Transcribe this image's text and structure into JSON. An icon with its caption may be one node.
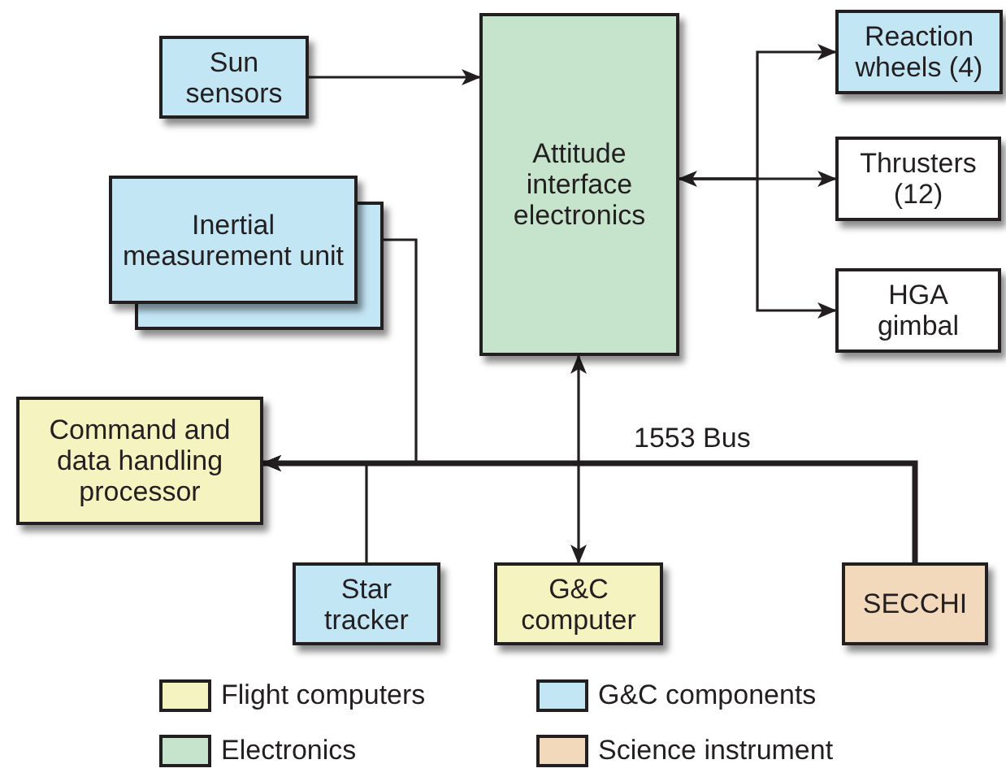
{
  "diagram": {
    "nodes": [
      {
        "text": [
          "Sun sensors"
        ]
      },
      {
        "text": [
          "Attitude interface electronics"
        ]
      },
      {
        "text": [
          "Reaction wheels (4)"
        ]
      },
      {
        "text": [
          "Thrusters (12)"
        ]
      },
      {
        "text": [
          "HGA gimbal"
        ]
      },
      {
        "text": [
          "Inertial measurement unit"
        ]
      },
      {
        "text": [
          "Command and data handling processor"
        ]
      },
      {
        "text": [
          "Star tracker"
        ]
      },
      {
        "text": [
          "G&C computer"
        ]
      },
      {
        "text": [
          "SECCHI"
        ]
      }
    ],
    "edges": [
      {
        "from": 0,
        "to": 1,
        "arrow": "to"
      },
      {
        "from": 1,
        "to": 2,
        "arrow": "to"
      },
      {
        "from": 1,
        "to": 3,
        "arrow": "both"
      },
      {
        "from": 1,
        "to": 4,
        "arrow": "to"
      },
      {
        "from": 9,
        "to": 6,
        "arrow": "to",
        "label": "1553 Bus",
        "style": "thick"
      },
      {
        "from": 5,
        "to": 6,
        "arrow": "to"
      },
      {
        "from": 7,
        "to": 6,
        "arrow": "to"
      },
      {
        "from": 1,
        "to": 8,
        "arrow": "both"
      }
    ],
    "legend": [
      {
        "text": "Flight computers",
        "color": "#f5f3c0"
      },
      {
        "text": "G&C components",
        "color": "#c3e6f5"
      },
      {
        "text": "Electronics",
        "color": "#c6e3cc"
      },
      {
        "text": "Science instrument",
        "color": "#f3d9bc"
      }
    ]
  }
}
